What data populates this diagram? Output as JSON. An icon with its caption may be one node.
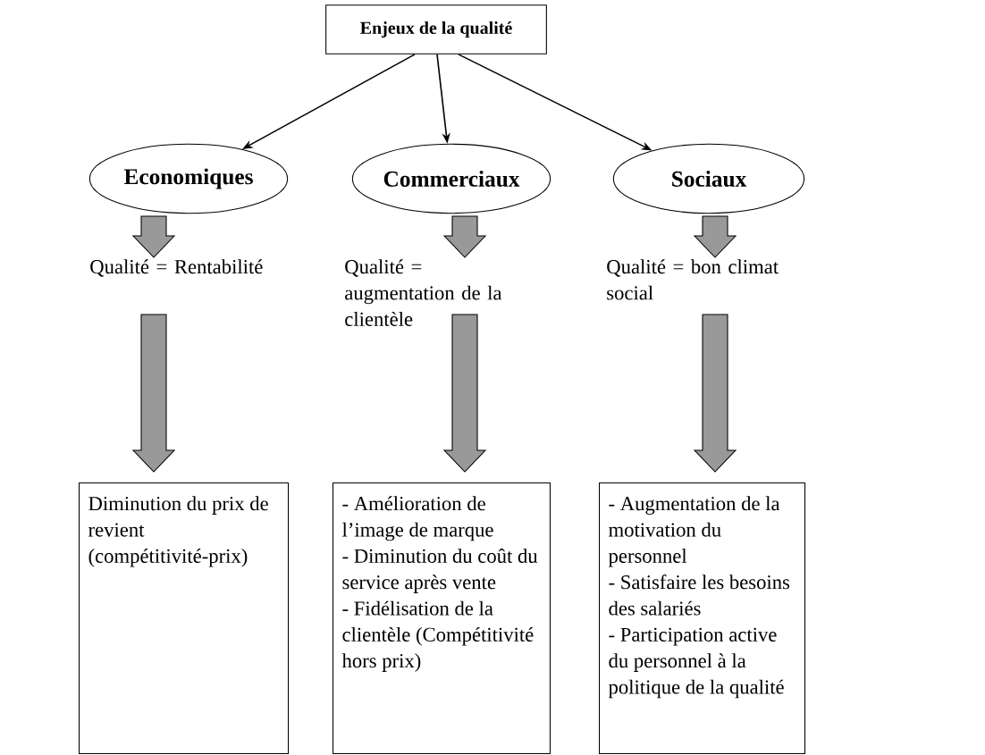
{
  "diagram": {
    "nodes": [
      {
        "text": [
          "Enjeux de la qualité"
        ]
      },
      {
        "text": [
          "Economiques"
        ]
      },
      {
        "text": [
          "Commerciaux"
        ]
      },
      {
        "text": [
          "Sociaux"
        ]
      },
      {
        "text": [
          "Qualité = Rentabilité"
        ]
      },
      {
        "text": [
          "Qualité = augmentation de la clientèle"
        ]
      },
      {
        "text": [
          "Qualité = bon climat social"
        ]
      },
      {
        "text": [
          "Diminution du prix de revient (compétitivité-prix)"
        ]
      },
      {
        "text": [
          "- Amélioration de l’image de marque",
          "- Diminution du coût du service après vente",
          "- Fidélisation de la clientèle (Compétitivité hors prix)"
        ]
      },
      {
        "text": [
          "- Augmentation de la motivation du personnel",
          "- Satisfaire les besoins des salariés",
          "- Participation active du personnel à la politique de la qualité"
        ]
      }
    ],
    "edges": [
      {
        "from": 0,
        "to": 1,
        "arrow": "to"
      },
      {
        "from": 0,
        "to": 2,
        "arrow": "to"
      },
      {
        "from": 0,
        "to": 3,
        "arrow": "to"
      },
      {
        "from": 1,
        "to": 4,
        "arrow": "to",
        "style": "thick",
        "color": "#999999"
      },
      {
        "from": 2,
        "to": 5,
        "arrow": "to",
        "style": "thick",
        "color": "#999999"
      },
      {
        "from": 3,
        "to": 6,
        "arrow": "to",
        "style": "thick",
        "color": "#999999"
      },
      {
        "from": 4,
        "to": 7,
        "arrow": "to",
        "style": "thick",
        "color": "#999999"
      },
      {
        "from": 5,
        "to": 8,
        "arrow": "to",
        "style": "thick",
        "color": "#999999"
      },
      {
        "from": 6,
        "to": 9,
        "arrow": "to",
        "style": "thick",
        "color": "#999999"
      }
    ]
  }
}
